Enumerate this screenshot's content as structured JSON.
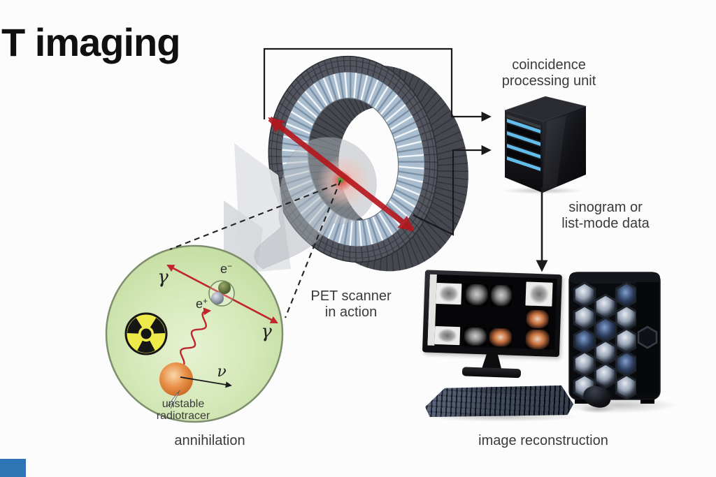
{
  "title": "T imaging",
  "labels": {
    "coincidence_line1": "coincidence",
    "coincidence_line2": "processing unit",
    "sinogram_line1": "sinogram or",
    "sinogram_line2": "list-mode data",
    "scanner_line1": "PET scanner",
    "scanner_line2": "in action",
    "reconstruction": "image reconstruction",
    "annihilation": "annihilation",
    "tracer_line1": "unstable",
    "tracer_line2": "radiotracer"
  },
  "particles": {
    "gamma_upper": "γ",
    "gamma_lower": "γ",
    "electron_base": "e",
    "electron_sup": "−",
    "positron_base": "e",
    "positron_sup": "+",
    "neutrino": "ν"
  },
  "icons": {
    "radiation": "radiation-trefoil-icon",
    "server": "coincidence-server-icon",
    "scanner": "pet-ring-icon",
    "workstation": "monitor-keyboard-mouse-tower-icon",
    "cursor": "mouse-pointer-icon"
  },
  "colors": {
    "arrow_red": "#b5151c",
    "connector_black": "#1a1a1a",
    "inset_green_fill": "#cde4ae",
    "inset_green_edge": "#7e8f6e",
    "radioactive_yellow": "#eeea4a",
    "tracer_orange": "#e89048",
    "led_blue": "#62bdea",
    "corner_blue": "#2e75b6"
  }
}
